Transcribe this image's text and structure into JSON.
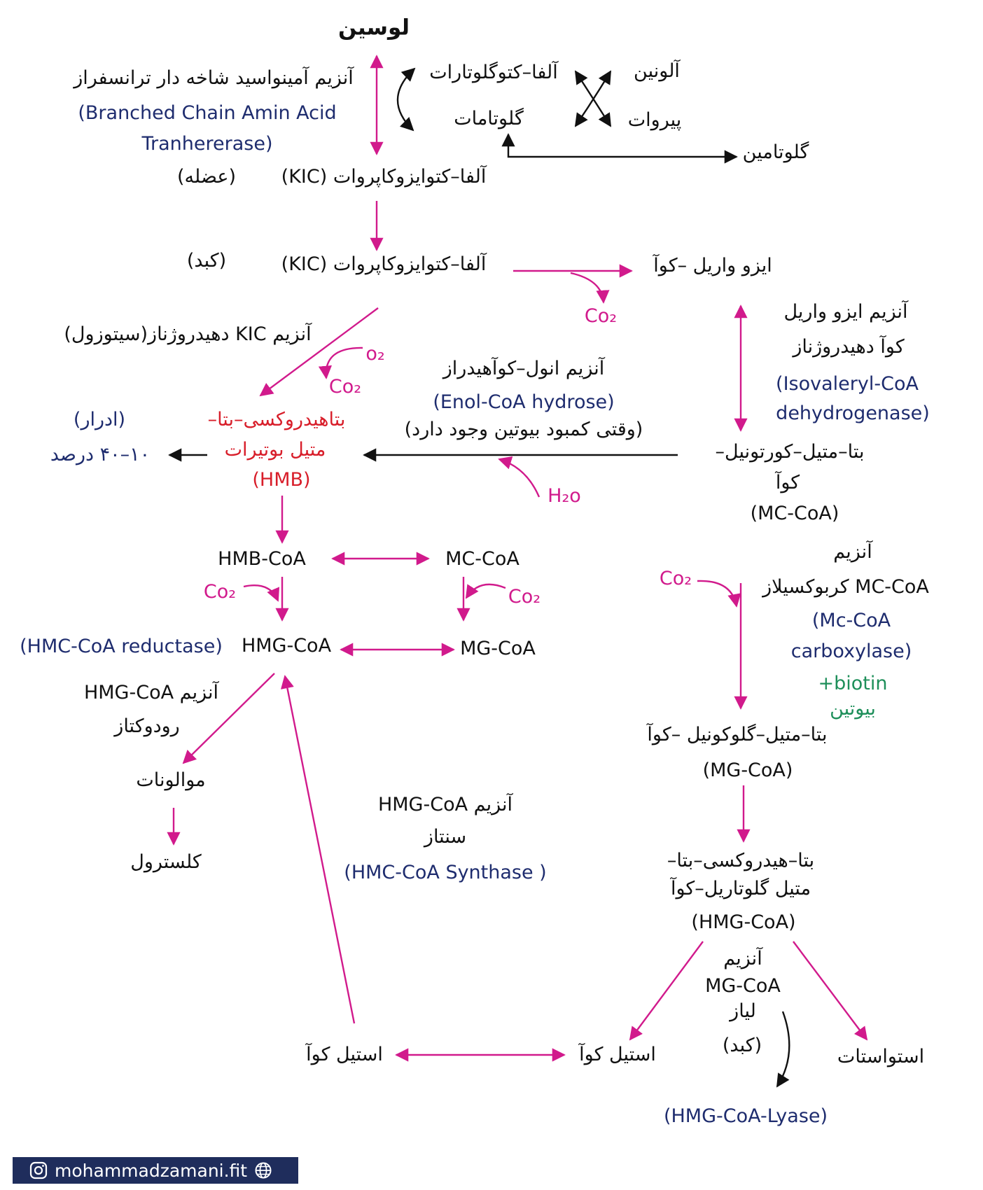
{
  "diagram": {
    "nodes": {
      "leucine": "لوسین",
      "bcat_enzyme": "آنزیم آمینواسید شاخه دار ترانسفراز",
      "bcat_en_1": "(Branched Chain Amin Acid",
      "bcat_en_2": "Tranhererase)",
      "alpha_kg": "آلفا–کتوگلوتارات",
      "glutamate": "گلوتامات",
      "alanine": "آلونین",
      "pyruvate": "پیروات",
      "glutamine": "گلوتامین",
      "kic_muscle": "آلفا–کتوایزوکاپروات (KIC)",
      "muscle": "(عضله)",
      "kic_liver": "آلفا–کتوایزوکاپروات (KIC)",
      "liver": "(کبد)",
      "isovaleryl_coa": "ایزو واریل –کوآ",
      "co2_a": "Co₂",
      "kic_dehydrogenase": "آنزیم KIC دهیدروژناز(سیتوزول)",
      "o2": "o₂",
      "co2_b": "Co₂",
      "ivd_enzyme_1": "آنزیم ایزو واریل",
      "ivd_enzyme_2": "کوآ دهیدروژناز",
      "ivd_en_1": "(Isovaleryl-CoA",
      "ivd_en_2": "dehydrogenase)",
      "enol_enzyme": "آنزیم انول–کوآهیدراز",
      "enol_en": "(Enol-CoA hydrose)",
      "biotin_note": "(وقتی کمبود بیوتین وجود دارد)",
      "hmb_1": "بتاهیدروکسی–بتا–",
      "hmb_2": "متیل بوتیرات",
      "hmb_abbr": "(HMB)",
      "urine": "(ادرار)",
      "urine_pct": "۱۰–۴۰ درصد",
      "mc_coa_1": "بتا–متیل–کورتونیل–",
      "mc_coa_2": "کوآ",
      "mc_coa_abbr": "(MC-CoA)",
      "h2o": "H₂o",
      "hmb_coa": "HMB-CoA",
      "mc_coa": "MC-CoA",
      "co2_c": "Co₂",
      "co2_d": "Co₂",
      "mcc_enzyme_1": "آنزیم",
      "mcc_enzyme_2": "MC-CoA کربوکسیلاز",
      "mcc_en_1": "(Mc-CoA",
      "mcc_en_2": "carboxylase)",
      "co2_e": "Co₂",
      "biotin_en": "+biotin",
      "biotin_fa": "بیوتین",
      "hmgcr_en": "(HMC-CoA reductase)",
      "hmg_coa": "HMG-CoA",
      "mg_coa": "MG-CoA",
      "hmgcr_fa_1": "آنزیم HMG-CoA",
      "hmgcr_fa_2": "رودوکتاز",
      "mevalonate": "موالونات",
      "cholesterol": "کلسترول",
      "hmgcs_fa_1": "آنزیم HMG-CoA",
      "hmgcs_fa_2": "سنتاز",
      "hmgcs_en": "(HMC-CoA Synthase )",
      "mg_coa_full": "بتا–متیل–گلوکونیل –کوآ",
      "mg_coa_abbr": "(MG-CoA)",
      "hmg_coa_full_1": "بتا–هیدروکسی–بتا–",
      "hmg_coa_full_2": "متیل گلوتاریل–کوآ",
      "hmg_coa_abbr": "(HMG-CoA)",
      "lyase_fa_1": "آنزیم",
      "lyase_fa_2": "MG-CoA",
      "lyase_fa_3": "لیاز",
      "lyase_liver": "(کبد)",
      "acetyl_coa_left": "استیل کوآ",
      "acetyl_coa_mid": "استیل کوآ",
      "acetoacetate": "استواستات",
      "lyase_en": "(HMG-CoA-Lyase)"
    }
  },
  "footer": {
    "handle": "mohammadzamani.fit",
    "icon_left": "instagram-icon",
    "icon_right": "globe-icon"
  },
  "colors": {
    "pink": "#d11a8c",
    "navy": "#1e2c6e",
    "red": "#d81e2a",
    "green": "#1e8f5a",
    "footer_bg": "#1f2d5c"
  }
}
